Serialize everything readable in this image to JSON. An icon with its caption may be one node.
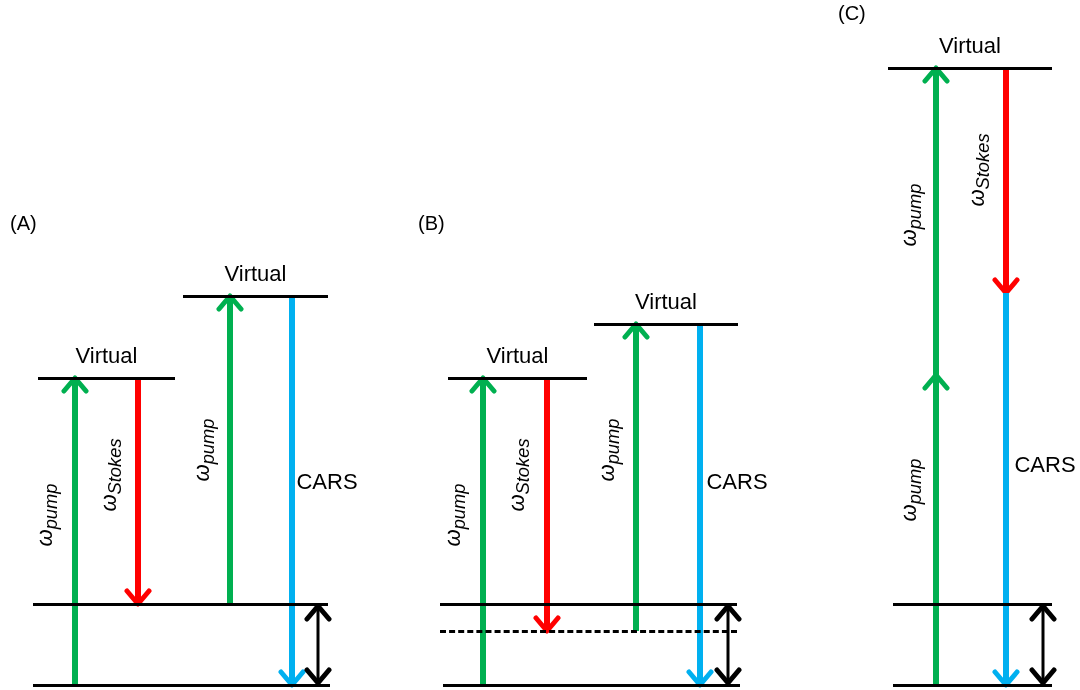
{
  "diagram": {
    "nodes": [
      {
        "text": [
          "Virtual"
        ]
      },
      {
        "text": [
          "Virtual"
        ]
      },
      {
        "text": [],
        "shape": "bar"
      },
      {
        "text": [],
        "shape": "bar"
      },
      {
        "text": [
          "Virtual"
        ]
      },
      {
        "text": [
          "Virtual"
        ]
      },
      {
        "text": [],
        "shape": "bar"
      },
      {
        "text": [],
        "shape": "bar"
      },
      {
        "text": [],
        "shape": "bar"
      },
      {
        "text": [
          "Virtual"
        ]
      },
      {
        "text": [],
        "shape": "bar"
      },
      {
        "text": [],
        "shape": "bar"
      }
    ],
    "edges": [
      {
        "from": 3,
        "to": 0,
        "arrow": "to",
        "label": "ω$_{pump}$"
      },
      {
        "from": 0,
        "to": 2,
        "arrow": "to",
        "label": "ω$_{Stokes}$",
        "color": "#ff0000"
      },
      {
        "from": 2,
        "to": 1,
        "arrow": "to",
        "label": "ω$_{pump}$"
      },
      {
        "from": 1,
        "to": 3,
        "arrow": "to",
        "label": "CARS",
        "color": "#00b0f0"
      },
      {
        "from": 8,
        "to": 4,
        "arrow": "to",
        "label": "ω$_{pump}$"
      },
      {
        "from": 4,
        "to": 7,
        "arrow": "to",
        "label": "ω$_{Stokes}$",
        "color": "#ff0000"
      },
      {
        "from": 7,
        "to": 5,
        "arrow": "to",
        "label": "ω$_{pump}$"
      },
      {
        "from": 5,
        "to": 8,
        "arrow": "to",
        "label": "CARS",
        "color": "#00b0f0"
      },
      {
        "from": 11,
        "to": null,
        "arrow": "to",
        "label": "ω$_{pump}$"
      },
      {
        "from": null,
        "to": 9,
        "arrow": "to",
        "label": "ω$_{pump}$"
      },
      {
        "from": 9,
        "to": null,
        "arrow": "to",
        "label": "ω$_{Stokes}$",
        "color": "#ff0000"
      },
      {
        "from": null,
        "to": 11,
        "arrow": "to",
        "label": "CARS",
        "color": "#00b0f0"
      },
      {
        "from": 2,
        "to": 3,
        "arrow": "both",
        "color": "#000000"
      },
      {
        "from": 6,
        "to": 8,
        "arrow": "both",
        "color": "#000000"
      },
      {
        "from": 10,
        "to": 11,
        "arrow": "both",
        "color": "#000000"
      }
    ],
    "labels": [
      "(A)",
      "(B)",
      "(C)"
    ]
  }
}
